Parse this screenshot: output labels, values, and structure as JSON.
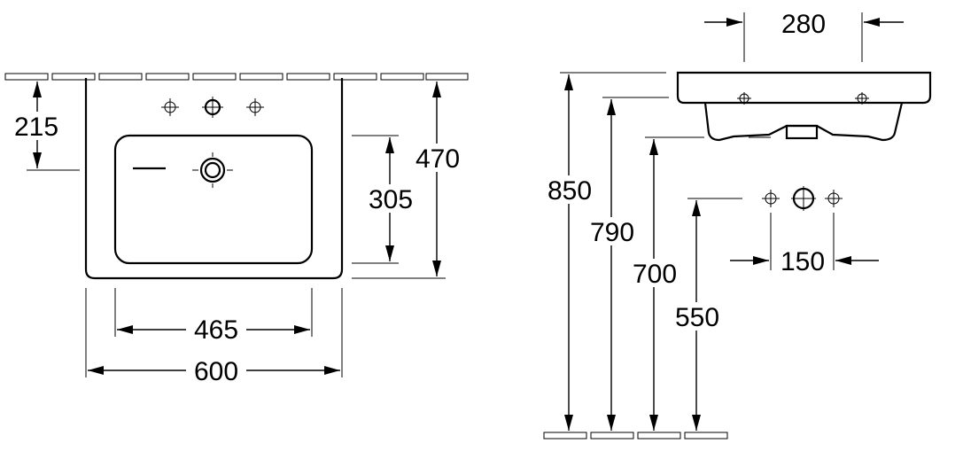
{
  "front_view": {
    "dim_depth_to_overflow": "215",
    "dim_bowl_depth": "305",
    "dim_total_depth": "470",
    "dim_bowl_width": "465",
    "dim_total_width": "600"
  },
  "side_view": {
    "dim_tap_hole_spacing": "280",
    "dim_height_top": "850",
    "dim_height_underside": "790",
    "dim_height_base": "700",
    "dim_height_supply": "550",
    "dim_supply_spacing": "150"
  }
}
